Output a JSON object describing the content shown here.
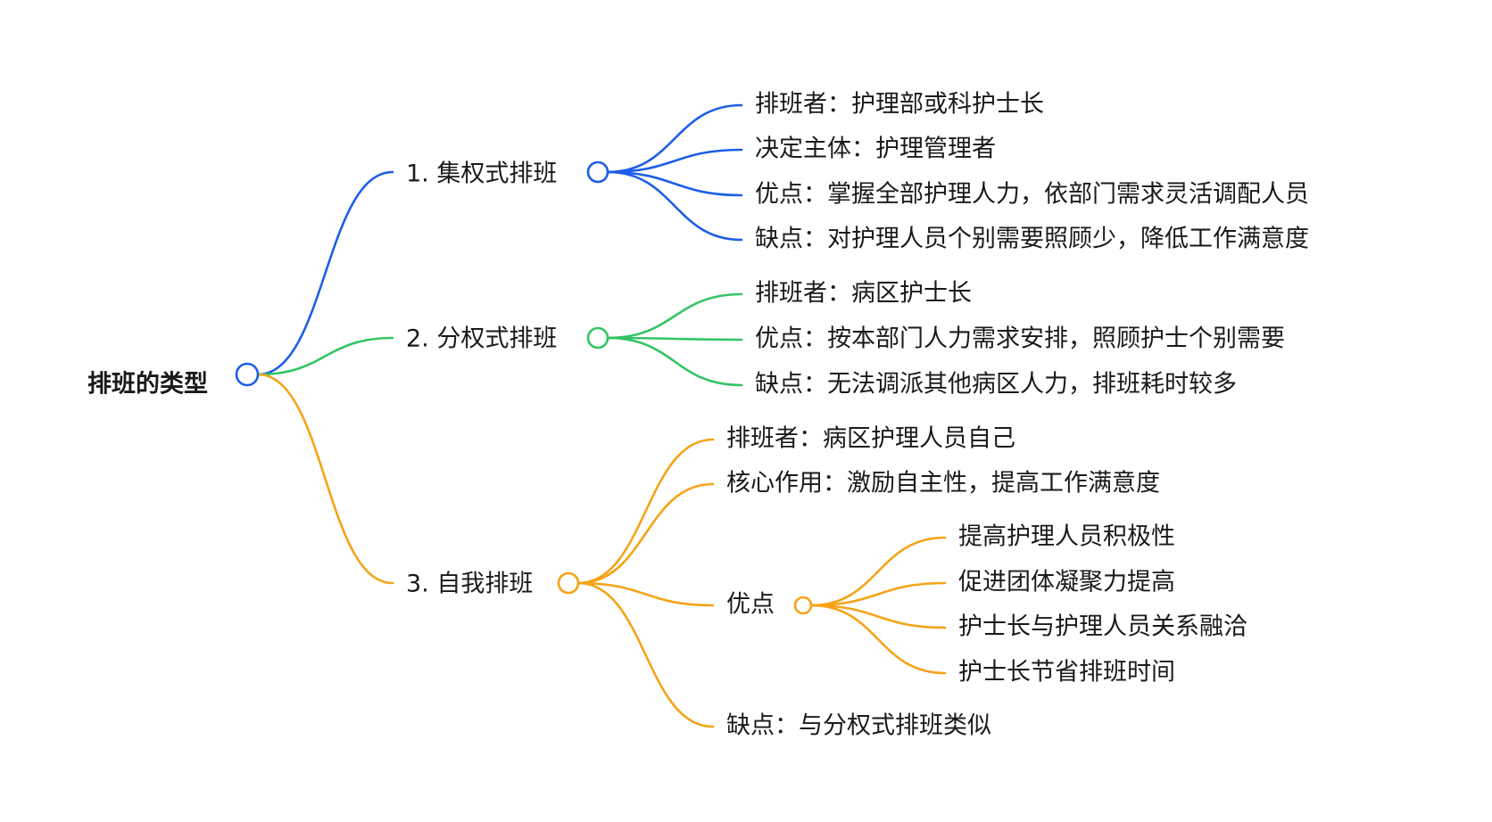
{
  "colors": {
    "branch1": "#1d5ee6",
    "branch2": "#34c463",
    "branch3": "#f5a316",
    "text": "#1a1a1a",
    "background": "#ffffff"
  },
  "mindmap": {
    "root": "排班的类型",
    "branches": [
      {
        "label": "1. 集权式排班",
        "children": [
          {
            "label": "排班者：护理部或科护士长"
          },
          {
            "label": "决定主体：护理管理者"
          },
          {
            "label": "优点：掌握全部护理人力，依部门需求灵活调配人员"
          },
          {
            "label": "缺点：对护理人员个别需要照顾少，降低工作满意度"
          }
        ]
      },
      {
        "label": "2. 分权式排班",
        "children": [
          {
            "label": "排班者：病区护士长"
          },
          {
            "label": "优点：按本部门人力需求安排，照顾护士个别需要"
          },
          {
            "label": "缺点：无法调派其他病区人力，排班耗时较多"
          }
        ]
      },
      {
        "label": "3. 自我排班",
        "children": [
          {
            "label": "排班者：病区护理人员自己"
          },
          {
            "label": "核心作用：激励自主性，提高工作满意度"
          },
          {
            "label": "优点",
            "children": [
              {
                "label": "提高护理人员积极性"
              },
              {
                "label": "促进团体凝聚力提高"
              },
              {
                "label": "护士长与护理人员关系融洽"
              },
              {
                "label": "护士长节省排班时间"
              }
            ]
          },
          {
            "label": "缺点：与分权式排班类似"
          }
        ]
      }
    ]
  }
}
